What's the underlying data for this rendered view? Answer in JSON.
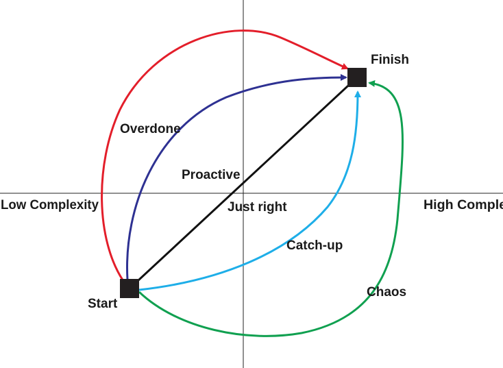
{
  "axes": {
    "left_label": "Low Complexity",
    "right_label": "High Complexity"
  },
  "nodes": {
    "start": "Start",
    "finish": "Finish"
  },
  "paths": [
    {
      "id": "overdone",
      "label": "Overdone",
      "color": "#e31e2a"
    },
    {
      "id": "proactive",
      "label": "Proactive",
      "color": "#2e3192"
    },
    {
      "id": "just-right",
      "label": "Just right",
      "color": "#111111"
    },
    {
      "id": "catch-up",
      "label": "Catch-up",
      "color": "#1eaee8"
    },
    {
      "id": "chaos",
      "label": "Chaos",
      "color": "#10a050"
    }
  ]
}
